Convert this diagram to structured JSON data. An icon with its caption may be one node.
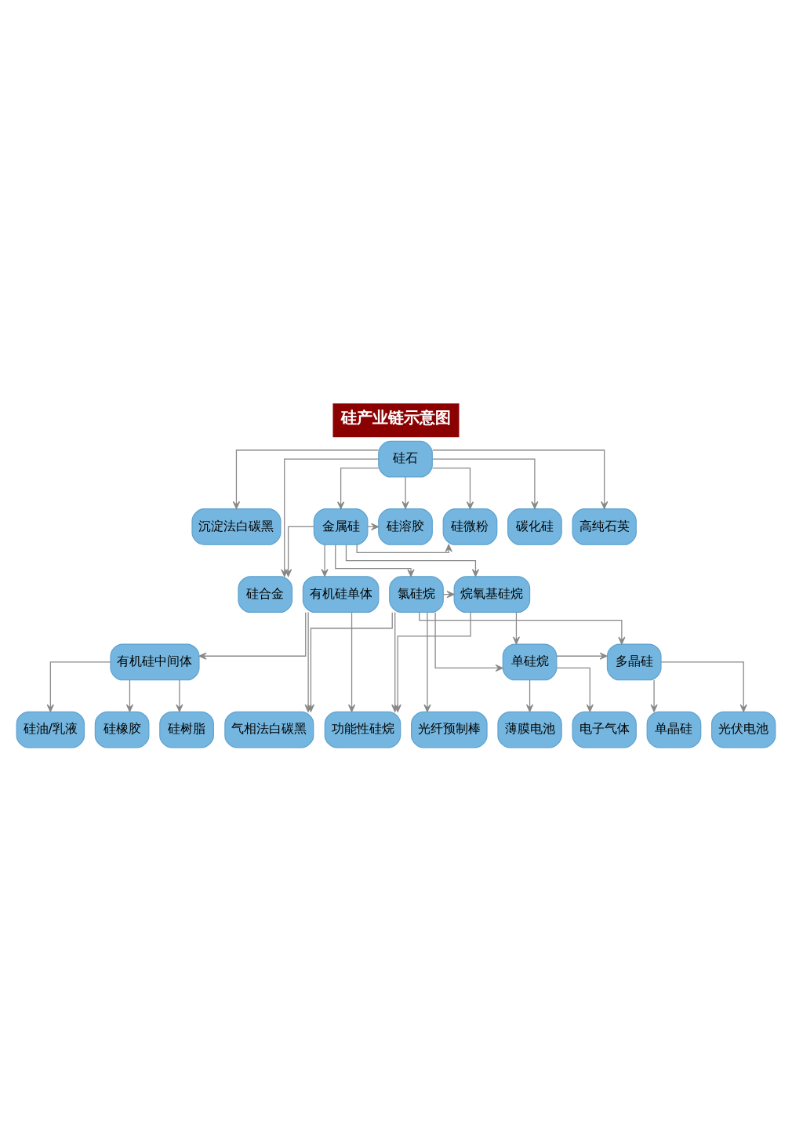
{
  "diagram": {
    "title": "硅产业链示意图",
    "nodes": [
      {
        "text": [
          "硅石"
        ]
      },
      {
        "text": [
          "沉淀法白碳黑"
        ]
      },
      {
        "text": [
          "硅溶胶"
        ]
      },
      {
        "text": [
          "金属硅"
        ]
      },
      {
        "text": [
          "硅微粉"
        ]
      },
      {
        "text": [
          "碳化硅"
        ]
      },
      {
        "text": [
          "高纯石英"
        ]
      },
      {
        "text": [
          "硅合金"
        ]
      },
      {
        "text": [
          "氯硅烷"
        ]
      },
      {
        "text": [
          "烷氧基硅烷"
        ]
      },
      {
        "text": [
          "有机硅单体"
        ]
      },
      {
        "text": [
          "多晶硅"
        ]
      },
      {
        "text": [
          "单硅烷"
        ]
      },
      {
        "text": [
          "有机硅中间体"
        ]
      },
      {
        "text": [
          "单晶硅"
        ]
      },
      {
        "text": [
          "光伏电池"
        ]
      },
      {
        "text": [
          "薄膜电池"
        ]
      },
      {
        "text": [
          "电子气体"
        ]
      },
      {
        "text": [
          "光纤预制棒"
        ]
      },
      {
        "text": [
          "功能性硅烷"
        ]
      },
      {
        "text": [
          "气相法白碳黑"
        ]
      },
      {
        "text": [
          "硅油/乳液"
        ]
      },
      {
        "text": [
          "硅橡胶"
        ]
      },
      {
        "text": [
          "硅树脂"
        ]
      }
    ],
    "edges": [
      {
        "from": 0,
        "to": 1,
        "arrow": "to"
      },
      {
        "from": 0,
        "to": 2,
        "arrow": "to"
      },
      {
        "from": 0,
        "to": 3,
        "arrow": "to"
      },
      {
        "from": 0,
        "to": 4,
        "arrow": "to"
      },
      {
        "from": 0,
        "to": 5,
        "arrow": "to"
      },
      {
        "from": 0,
        "to": 6,
        "arrow": "to"
      },
      {
        "from": 0,
        "to": 7,
        "arrow": "to"
      },
      {
        "from": 3,
        "to": 2,
        "arrow": "to"
      },
      {
        "from": 3,
        "to": 4,
        "arrow": "to"
      },
      {
        "from": 3,
        "to": 7,
        "arrow": "to"
      },
      {
        "from": 3,
        "to": 8,
        "arrow": "to"
      },
      {
        "from": 3,
        "to": 9,
        "arrow": "to"
      },
      {
        "from": 3,
        "to": 10,
        "arrow": "to"
      },
      {
        "from": 8,
        "to": 9,
        "arrow": "to"
      },
      {
        "from": 8,
        "to": 11,
        "arrow": "to"
      },
      {
        "from": 8,
        "to": 12,
        "arrow": "to"
      },
      {
        "from": 8,
        "to": 18,
        "arrow": "to"
      },
      {
        "from": 8,
        "to": 19,
        "arrow": "to"
      },
      {
        "from": 8,
        "to": 20,
        "arrow": "to"
      },
      {
        "from": 9,
        "to": 12,
        "arrow": "to"
      },
      {
        "from": 9,
        "to": 19,
        "arrow": "to"
      },
      {
        "from": 10,
        "to": 13,
        "arrow": "to"
      },
      {
        "from": 10,
        "to": 19,
        "arrow": "to"
      },
      {
        "from": 10,
        "to": 20,
        "arrow": "to"
      },
      {
        "from": 12,
        "to": 11,
        "arrow": "to"
      },
      {
        "from": 11,
        "to": 14,
        "arrow": "to"
      },
      {
        "from": 11,
        "to": 15,
        "arrow": "to"
      },
      {
        "from": 12,
        "to": 16,
        "arrow": "to"
      },
      {
        "from": 12,
        "to": 17,
        "arrow": "to"
      },
      {
        "from": 13,
        "to": 21,
        "arrow": "to"
      },
      {
        "from": 13,
        "to": 22,
        "arrow": "to"
      },
      {
        "from": 13,
        "to": 23,
        "arrow": "to"
      }
    ]
  }
}
